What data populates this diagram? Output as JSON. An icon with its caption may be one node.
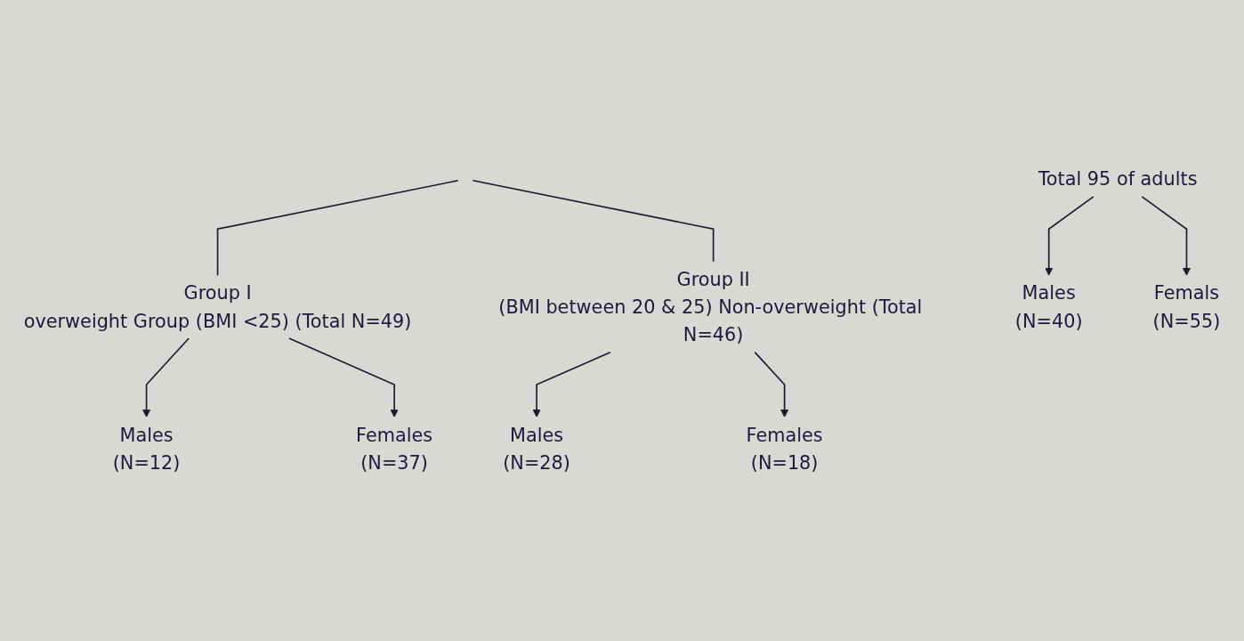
{
  "diagram": {
    "nodes": [
      {
        "text": [
          "Group I",
          "overweight Group (BMI <25) (Total N=49)"
        ]
      },
      {
        "text": [
          "Group II",
          "(BMI between 20 & 25) Non-overweight (Total N=46)"
        ]
      },
      {
        "text": [
          "Males",
          "(N=12)"
        ]
      },
      {
        "text": [
          "Females",
          "(N=37)"
        ]
      },
      {
        "text": [
          "Males",
          "(N=28)"
        ]
      },
      {
        "text": [
          "Females",
          "(N=18)"
        ]
      },
      {
        "text": [
          "Total 95 of adults"
        ]
      },
      {
        "text": [
          "Males",
          "(N=40)"
        ]
      },
      {
        "text": [
          "Femals",
          "(N=55)"
        ]
      }
    ],
    "edges": [
      {
        "from": null,
        "to": 0,
        "arrow": "none"
      },
      {
        "from": null,
        "to": 1,
        "arrow": "none"
      },
      {
        "from": 0,
        "to": 2,
        "arrow": "to"
      },
      {
        "from": 0,
        "to": 3,
        "arrow": "to"
      },
      {
        "from": 1,
        "to": 4,
        "arrow": "to"
      },
      {
        "from": 1,
        "to": 5,
        "arrow": "to"
      },
      {
        "from": 6,
        "to": 7,
        "arrow": "to"
      },
      {
        "from": 6,
        "to": 8,
        "arrow": "to"
      }
    ]
  }
}
